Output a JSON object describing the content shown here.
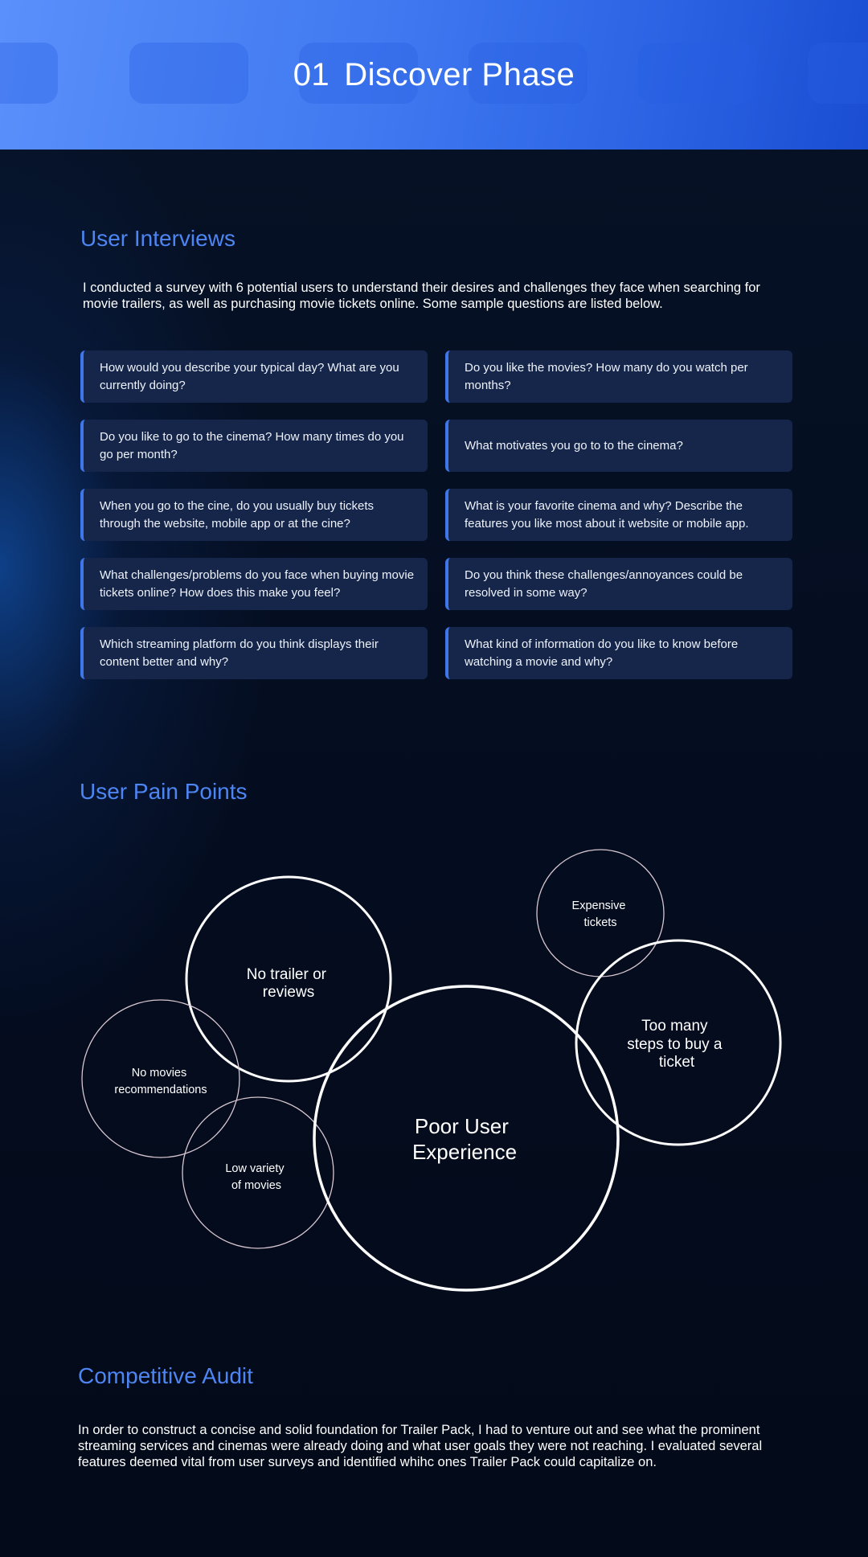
{
  "header": {
    "number": "01",
    "title": "Discover Phase"
  },
  "interviews": {
    "title": "User Interviews",
    "description": "I conducted a survey with 6 potential users to understand their desires and challenges they face when searching for movie trailers, as well as purchasing movie tickets online. Some sample questions are listed below.",
    "questions": [
      "How would you describe your typical day? What are you currently doing?",
      "Do you like the movies? How many do you watch per months?",
      "Do you like to go to the cinema? How many times do you go per month?",
      "What motivates you go to to the cinema?",
      "When you go to the cine, do you usually buy tickets through the website, mobile app or at the cine?",
      "What is your favorite cinema and why? Describe the features you like most about it website or mobile app.",
      "What challenges/problems do you face when buying movie tickets online? How does this make you feel?",
      "Do you think these challenges/annoyances could be resolved in some way?",
      "Which streaming platform do you think displays their content better and why?",
      "What kind of information do you like to know before watching a movie and why?"
    ]
  },
  "pain_points": {
    "title": "User Pain Points",
    "center": [
      "Poor User",
      "Experience"
    ],
    "items": {
      "no_trailer": [
        "No trailer or",
        "reviews"
      ],
      "expensive": [
        "Expensive",
        "tickets"
      ],
      "too_many_steps": [
        "Too many",
        "steps to buy a",
        "ticket"
      ],
      "no_recommendations": [
        "No movies",
        "recommendations"
      ],
      "low_variety": [
        "Low variety",
        "of movies"
      ]
    }
  },
  "audit": {
    "title": "Competitive Audit",
    "description": "In order to construct a concise and solid foundation for Trailer Pack, I had to venture out and see what the prominent streaming services and cinemas were already doing and what user goals they were not reaching. I evaluated several features deemed vital from user surveys and identified whihc ones Trailer Pack could capitalize on."
  },
  "colors": {
    "accent": "#4d86f2",
    "card_bg": "#15264a",
    "card_border": "#3f76ea",
    "page_bg": "#040c1e",
    "thin_circle": "#d7c6d0"
  }
}
